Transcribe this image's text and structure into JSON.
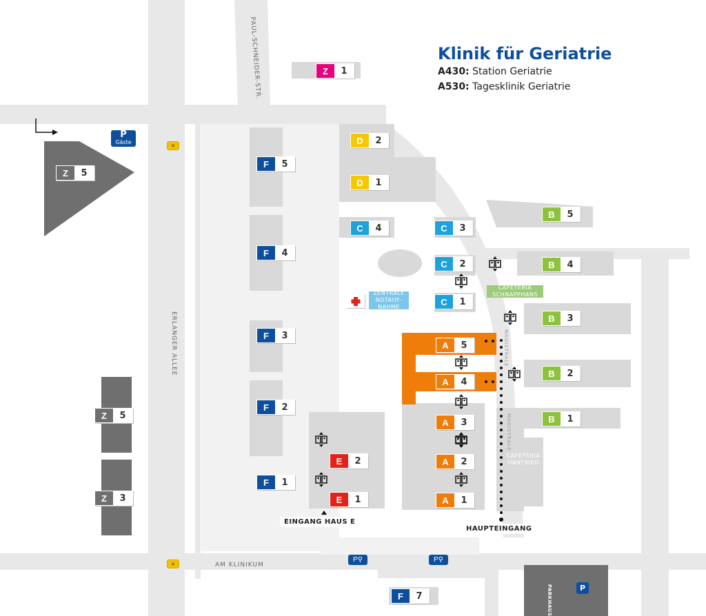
{
  "legend": {
    "title": "Klinik für Geriatrie",
    "items": [
      {
        "code": "A430:",
        "text": "Station Geriatrie"
      },
      {
        "code": "A530:",
        "text": "Tagesklinik Geriatrie"
      }
    ]
  },
  "streets": {
    "paul_schneider": "PAUL-SCHNEIDER-STR.",
    "erlanger_allee": "ERLANGER ALLEE",
    "am_klinikum": "AM KLINIKUM",
    "magistrale_1": "MAGISTRALE",
    "magistrale_2": "MAGISTRALE"
  },
  "buildings": {
    "z1": {
      "letter": "Z",
      "num": "1"
    },
    "z5_top": {
      "letter": "Z",
      "num": "5"
    },
    "z5_left": {
      "letter": "Z",
      "num": "5"
    },
    "z3": {
      "letter": "Z",
      "num": "3"
    },
    "d2": {
      "letter": "D",
      "num": "2"
    },
    "d1": {
      "letter": "D",
      "num": "1"
    },
    "c4": {
      "letter": "C",
      "num": "4"
    },
    "c3": {
      "letter": "C",
      "num": "3"
    },
    "c2": {
      "letter": "C",
      "num": "2"
    },
    "c1": {
      "letter": "C",
      "num": "1"
    },
    "b5": {
      "letter": "B",
      "num": "5"
    },
    "b4": {
      "letter": "B",
      "num": "4"
    },
    "b3": {
      "letter": "B",
      "num": "3"
    },
    "b2": {
      "letter": "B",
      "num": "2"
    },
    "b1": {
      "letter": "B",
      "num": "1"
    },
    "a5": {
      "letter": "A",
      "num": "5"
    },
    "a4": {
      "letter": "A",
      "num": "4"
    },
    "a3": {
      "letter": "A",
      "num": "3"
    },
    "a2": {
      "letter": "A",
      "num": "2"
    },
    "a1": {
      "letter": "A",
      "num": "1"
    },
    "f5": {
      "letter": "F",
      "num": "5"
    },
    "f4": {
      "letter": "F",
      "num": "4"
    },
    "f3": {
      "letter": "F",
      "num": "3"
    },
    "f2": {
      "letter": "F",
      "num": "2"
    },
    "f1": {
      "letter": "F",
      "num": "1"
    },
    "f7": {
      "letter": "F",
      "num": "7"
    },
    "e2": {
      "letter": "E",
      "num": "2"
    },
    "e1": {
      "letter": "E",
      "num": "1"
    }
  },
  "facilities": {
    "notaufnahme": "ZENTRALE NOTAUF-NAHME",
    "cafeteria_schnapphans": "CAFETERIA SCHNAPPHANS",
    "cafeteria_hanfried": "CAFETERIA HANFRIED",
    "parking_guests_p": "P",
    "parking_guests_label": "Gäste",
    "parkhaus": "PARKHAUS",
    "parkhaus_p": "P"
  },
  "entrances": {
    "haus_e": "EINGANG HAUS E",
    "haupteingang": "HAUPTEINGANG"
  },
  "colors": {
    "A": "#ee7d0a",
    "B": "#8dc23d",
    "C": "#1ea2dc",
    "D": "#f6c800",
    "E": "#e2231a",
    "F": "#0d4f9c",
    "Z_pink": "#e5007d",
    "Z_gray": "#6f6f6f",
    "title": "#0d4f9c"
  },
  "icons": [
    "elevator-icon",
    "bus-stop-icon",
    "bicycle-parking-icon",
    "parking-icon",
    "emergency-cross-icon",
    "entrance-arrow-icon"
  ]
}
